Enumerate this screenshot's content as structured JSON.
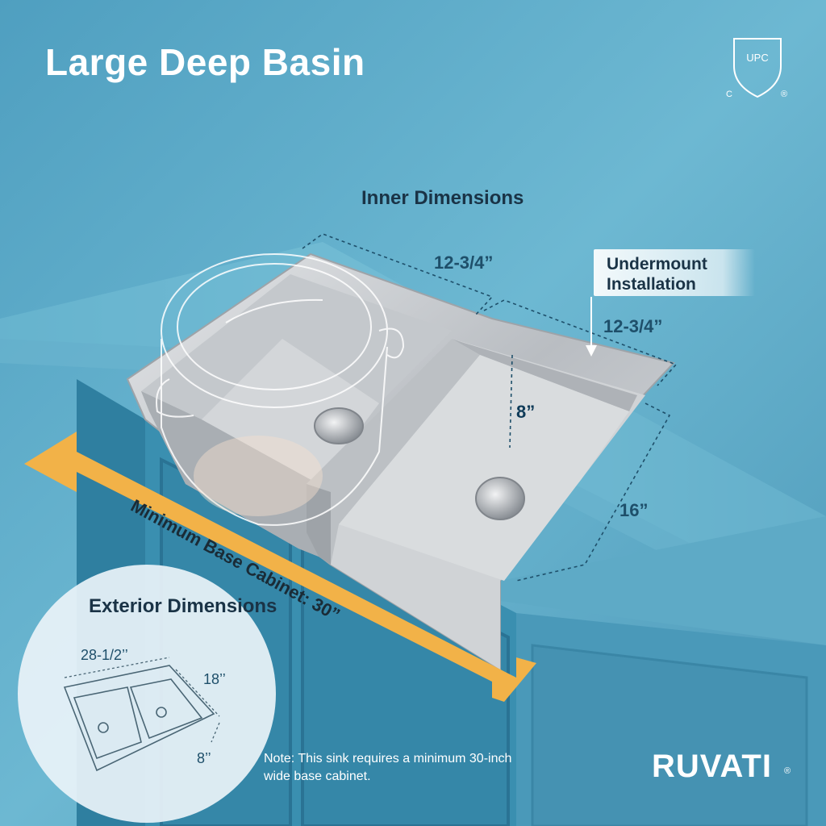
{
  "title": "Large Deep Basin",
  "inner_dimensions": {
    "label": "Inner Dimensions",
    "width": "12-3/4”",
    "depth": "12-3/4”",
    "height": "8”",
    "length": "16”"
  },
  "installation": {
    "label": "Undermount Installation"
  },
  "cabinet_banner": "Minimum Base Cabinet: 30”",
  "exterior_dimensions": {
    "label": "Exterior Dimensions",
    "width": "28-1/2’’",
    "depth": "18’’",
    "height": "8’’"
  },
  "note": "Note: This sink requires a minimum 30-inch wide base cabinet.",
  "brand": {
    "name": "RUVATI",
    "mark": "®"
  },
  "certification": {
    "mark": "UPC",
    "left": "C",
    "right": "®"
  },
  "colors": {
    "background": "#5aa7c4",
    "counter_top": "#6fb7d0",
    "cabinet": "#2f7fa0",
    "banner": "#f2b248",
    "steel": "#c9ccd0",
    "text_dark": "#1a3346",
    "text_blue": "#1e4f6a"
  }
}
